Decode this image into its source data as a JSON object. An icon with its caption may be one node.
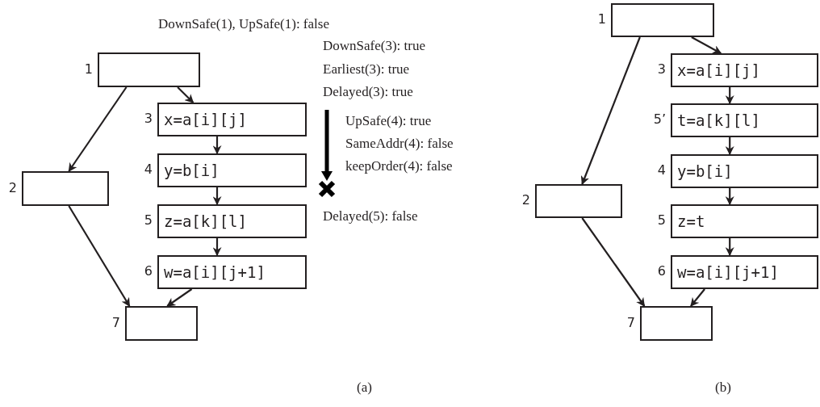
{
  "diagram": {
    "nodes": [
      {
        "text": [],
        "shape": "box",
        "beside": [
          "1"
        ]
      },
      {
        "text": [
          "x=a[i][j]"
        ],
        "beside": [
          "3"
        ]
      },
      {
        "text": [],
        "shape": "box",
        "beside": [
          "2"
        ]
      },
      {
        "text": [
          "y=b[i]"
        ],
        "beside": [
          "4"
        ]
      },
      {
        "text": [
          "z=a[k][l]"
        ],
        "beside": [
          "5"
        ]
      },
      {
        "text": [
          "w=a[i][j+1]"
        ],
        "beside": [
          "6"
        ]
      },
      {
        "text": [],
        "shape": "box",
        "beside": [
          "7"
        ]
      },
      {
        "text": [],
        "shape": "box",
        "beside": [
          "1"
        ]
      },
      {
        "text": [
          "x=a[i][j]"
        ],
        "beside": [
          "3"
        ]
      },
      {
        "text": [
          "t=a[k][l]"
        ],
        "beside": [
          "5’"
        ]
      },
      {
        "text": [],
        "shape": "box",
        "beside": [
          "2"
        ]
      },
      {
        "text": [
          "y=b[i]"
        ],
        "beside": [
          "4"
        ]
      },
      {
        "text": [
          "z=t"
        ],
        "beside": [
          "5"
        ]
      },
      {
        "text": [
          "w=a[i][j+1]"
        ],
        "beside": [
          "6"
        ]
      },
      {
        "text": [],
        "shape": "box",
        "beside": [
          "7"
        ]
      }
    ],
    "edges": [
      {
        "from": 0,
        "to": 1,
        "arrow": "to"
      },
      {
        "from": 0,
        "to": 2,
        "arrow": "to"
      },
      {
        "from": 1,
        "to": 3,
        "arrow": "to"
      },
      {
        "from": 3,
        "to": 4,
        "arrow": "to"
      },
      {
        "from": 4,
        "to": 5,
        "arrow": "to"
      },
      {
        "from": 2,
        "to": 6,
        "arrow": "to"
      },
      {
        "from": 5,
        "to": 6,
        "arrow": "to"
      },
      {
        "from": 7,
        "to": 8,
        "arrow": "to"
      },
      {
        "from": 7,
        "to": 10,
        "arrow": "to"
      },
      {
        "from": 8,
        "to": 9,
        "arrow": "to"
      },
      {
        "from": 9,
        "to": 11,
        "arrow": "to"
      },
      {
        "from": 11,
        "to": 12,
        "arrow": "to"
      },
      {
        "from": 12,
        "to": 13,
        "arrow": "to"
      },
      {
        "from": 10,
        "to": 14,
        "arrow": "to"
      },
      {
        "from": 13,
        "to": 14,
        "arrow": "to"
      }
    ],
    "labels": [
      "DownSafe(1), UpSafe(1): false",
      "DownSafe(3): true",
      "Earliest(3): true",
      "Delayed(3): true",
      "UpSafe(4): true",
      "SameAddr(4): false",
      "keepOrder(4): false",
      "Delayed(5): false",
      "(a)",
      "(b)"
    ]
  }
}
